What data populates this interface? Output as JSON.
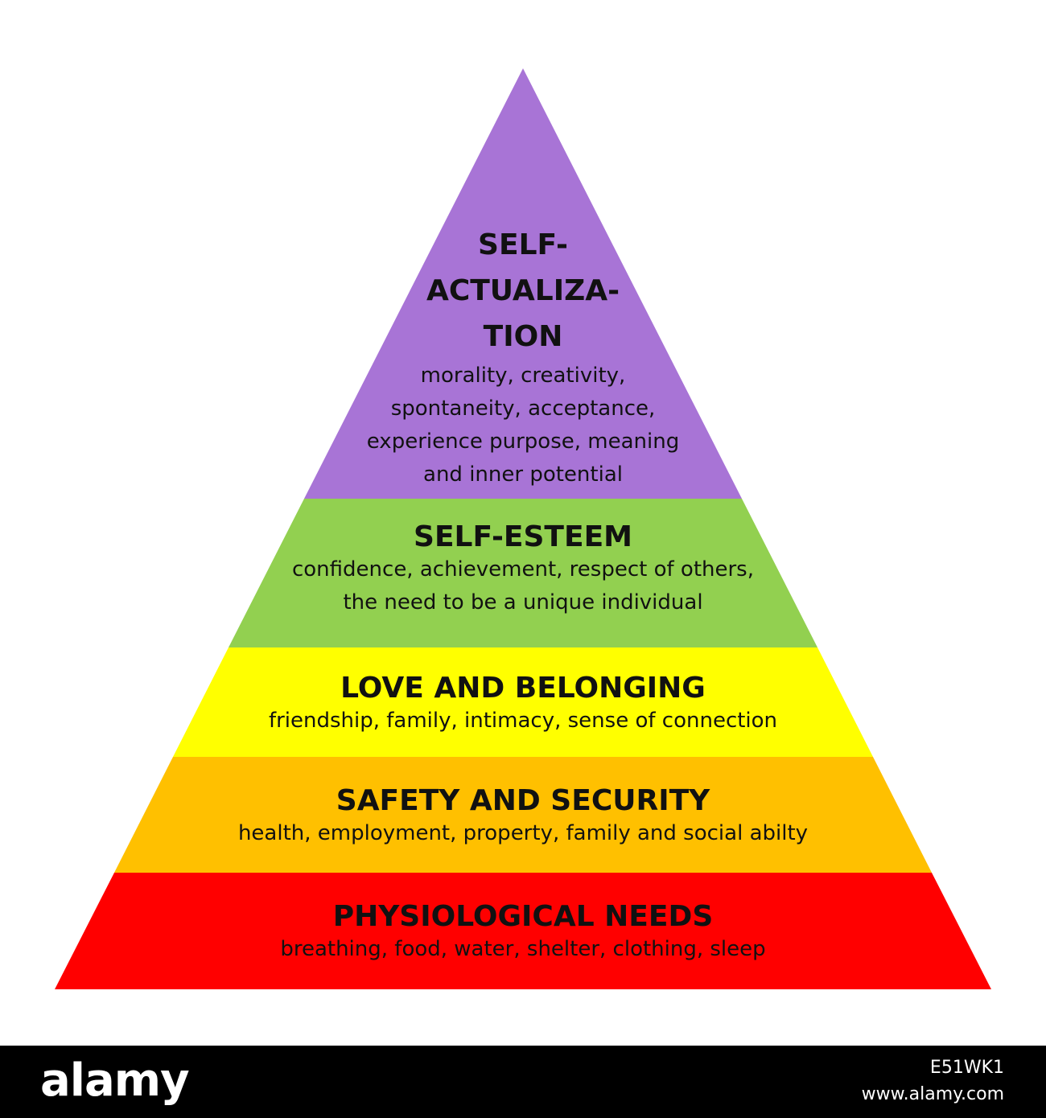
{
  "diagram": {
    "tiers": [
      {
        "title_lines": [
          "SELF-",
          "ACTUALIZA-",
          "TION"
        ],
        "desc_lines": [
          "morality, creativity,",
          "spontaneity, acceptance,",
          "experience purpose, meaning",
          "and inner potential"
        ],
        "color": "#A874D6"
      },
      {
        "title_lines": [
          "SELF-ESTEEM"
        ],
        "desc_lines": [
          "confidence, achievement, respect of others,",
          "the need to be a unique individual"
        ],
        "color": "#92D050"
      },
      {
        "title_lines": [
          "LOVE AND BELONGING"
        ],
        "desc_lines": [
          "friendship, family, intimacy, sense of connection"
        ],
        "color": "#FFFF00"
      },
      {
        "title_lines": [
          "SAFETY AND SECURITY"
        ],
        "desc_lines": [
          "health, employment, property, family and social abilty"
        ],
        "color": "#FFC000"
      },
      {
        "title_lines": [
          "PHYSIOLOGICAL NEEDS"
        ],
        "desc_lines": [
          "breathing, food, water, shelter, clothing, sleep"
        ],
        "color": "#FF0000"
      }
    ]
  },
  "footer": {
    "logo_text": "alamy",
    "image_id": "E51WK1",
    "url": "www.alamy.com",
    "background": "#000000"
  }
}
